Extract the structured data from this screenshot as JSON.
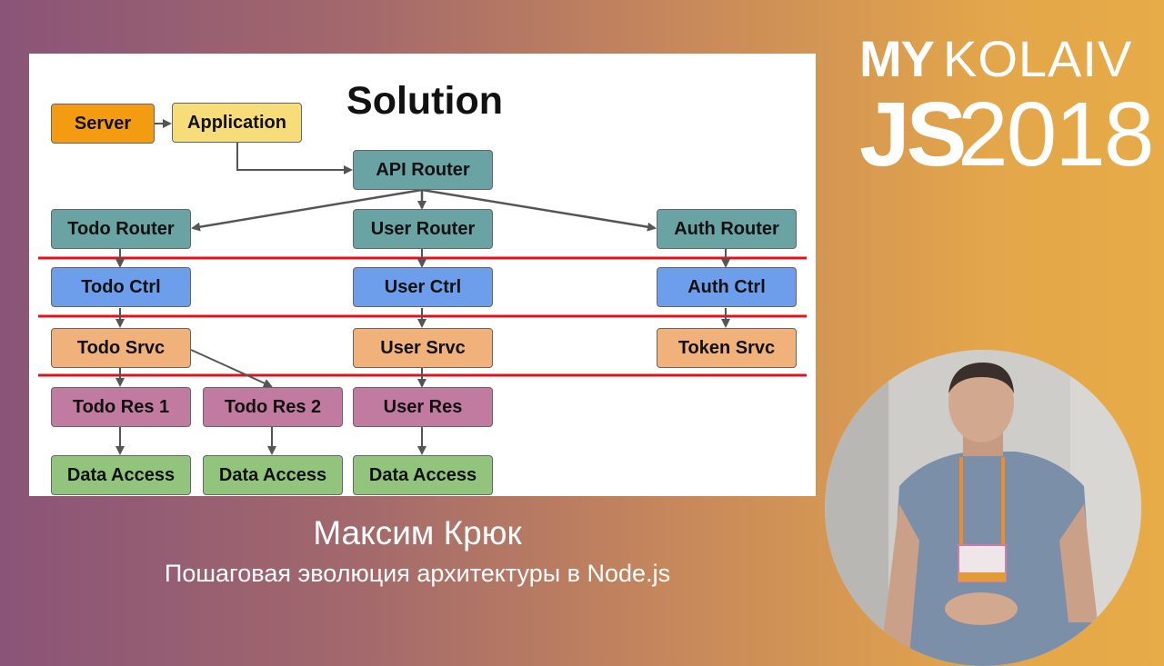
{
  "slide": {
    "title": "Solution",
    "boxes": {
      "server": "Server",
      "application": "Application",
      "api_router": "API Router",
      "todo_router": "Todo Router",
      "user_router": "User Router",
      "auth_router": "Auth Router",
      "todo_ctrl": "Todo Ctrl",
      "user_ctrl": "User Ctrl",
      "auth_ctrl": "Auth Ctrl",
      "todo_srvc": "Todo Srvc",
      "user_srvc": "User Srvc",
      "token_srvc": "Token Srvc",
      "todo_res_1": "Todo Res 1",
      "todo_res_2": "Todo Res 2",
      "user_res": "User Res",
      "data_access_1": "Data Access",
      "data_access_2": "Data Access",
      "data_access_3": "Data Access"
    }
  },
  "logo": {
    "line1_bold": "MY",
    "line1_light": "KOLAIV",
    "line2_bold": "JS",
    "line2_light": "2018"
  },
  "speaker": {
    "name": "Максим Крюк",
    "talk_title": "Пошаговая эволюция архитектуры в Node.js"
  },
  "colors": {
    "server": "#f39c12",
    "application": "#f7dc7a",
    "router": "#6aa3a3",
    "ctrl": "#6d9eeb",
    "srvc": "#f0b27a",
    "res": "#c27ba0",
    "data_access": "#93c47d",
    "layer_line": "#e0121b",
    "arrow": "#555555"
  }
}
